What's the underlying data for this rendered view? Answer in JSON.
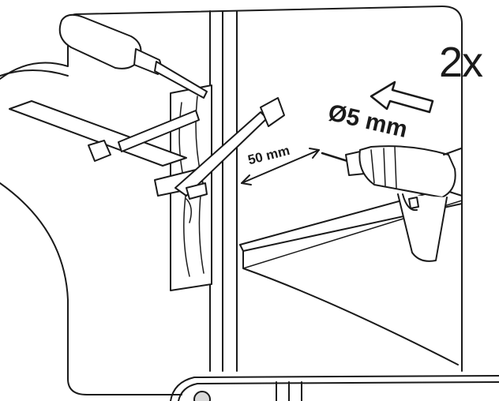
{
  "annotations": {
    "count": "2x",
    "drill_diameter": "Ø5 mm",
    "distance": "50 mm"
  },
  "colors": {
    "stroke": "#1a1a1a",
    "fill": "#ffffff",
    "shade": "#d9d9d9"
  },
  "icons": [
    "screwdriver-icon",
    "drill-icon",
    "clamp-icon",
    "direction-arrow-icon"
  ]
}
